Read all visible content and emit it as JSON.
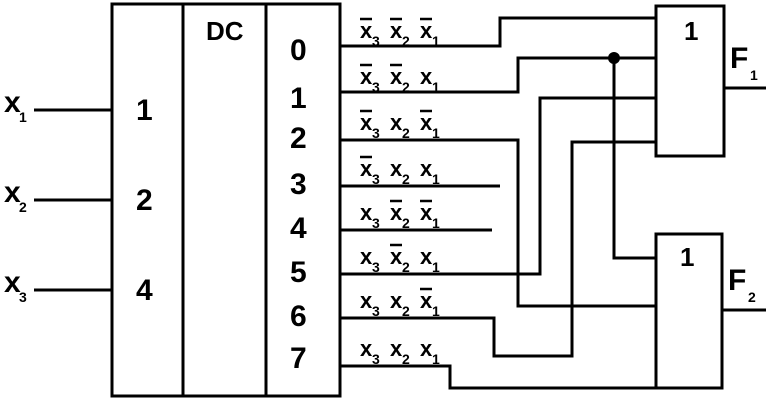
{
  "decoder": {
    "title": "DC",
    "input_weights": [
      "1",
      "2",
      "4"
    ],
    "output_numbers": [
      "0",
      "1",
      "2",
      "3",
      "4",
      "5",
      "6",
      "7"
    ]
  },
  "inputs": [
    {
      "name": "x",
      "index": "1"
    },
    {
      "name": "x",
      "index": "2"
    },
    {
      "name": "x",
      "index": "3"
    }
  ],
  "minterms": [
    [
      {
        "v": "x",
        "i": "3",
        "bar": true
      },
      {
        "v": "x",
        "i": "2",
        "bar": true
      },
      {
        "v": "x",
        "i": "1",
        "bar": true
      }
    ],
    [
      {
        "v": "x",
        "i": "3",
        "bar": true
      },
      {
        "v": "x",
        "i": "2",
        "bar": true
      },
      {
        "v": "x",
        "i": "1",
        "bar": false
      }
    ],
    [
      {
        "v": "x",
        "i": "3",
        "bar": true
      },
      {
        "v": "x",
        "i": "2",
        "bar": false
      },
      {
        "v": "x",
        "i": "1",
        "bar": true
      }
    ],
    [
      {
        "v": "x",
        "i": "3",
        "bar": true
      },
      {
        "v": "x",
        "i": "2",
        "bar": false
      },
      {
        "v": "x",
        "i": "1",
        "bar": false
      }
    ],
    [
      {
        "v": "x",
        "i": "3",
        "bar": false
      },
      {
        "v": "x",
        "i": "2",
        "bar": true
      },
      {
        "v": "x",
        "i": "1",
        "bar": true
      }
    ],
    [
      {
        "v": "x",
        "i": "3",
        "bar": false
      },
      {
        "v": "x",
        "i": "2",
        "bar": true
      },
      {
        "v": "x",
        "i": "1",
        "bar": false
      }
    ],
    [
      {
        "v": "x",
        "i": "3",
        "bar": false
      },
      {
        "v": "x",
        "i": "2",
        "bar": false
      },
      {
        "v": "x",
        "i": "1",
        "bar": true
      }
    ],
    [
      {
        "v": "x",
        "i": "3",
        "bar": false
      },
      {
        "v": "x",
        "i": "2",
        "bar": false
      },
      {
        "v": "x",
        "i": "1",
        "bar": false
      }
    ]
  ],
  "gates": [
    {
      "symbol": "1",
      "output": {
        "name": "F",
        "index": "1"
      }
    },
    {
      "symbol": "1",
      "output": {
        "name": "F",
        "index": "2"
      }
    }
  ]
}
